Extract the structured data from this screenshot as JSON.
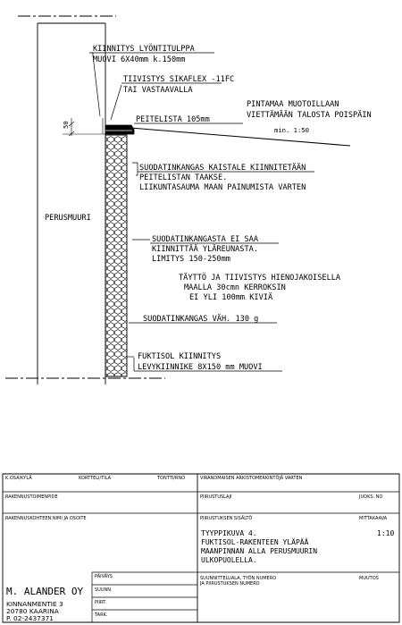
{
  "drawing": {
    "labels": {
      "anchor_1": "KIINNITYS LYÖNTITULPPA",
      "anchor_2": "MUOVI 6X40mm  k.150mm",
      "seal_1": "TIIVISTYS SIKAFLEX -11FC",
      "seal_2": "TAI VASTAAVALLA",
      "grading_1": "PINTAMAA MUOTOILLAAN",
      "grading_2": "VIETTÄMÄÄN TALOSTA POISPÄIN",
      "slope": "min. 1:50",
      "cover_strip": "PEITELISTA 105mm",
      "dim_50": "50",
      "fabric_strip_1": "SUODATINKANGAS KAISTALE KIINNITETÄÄN",
      "fabric_strip_2": "PEITELISTAN TAAKSE.",
      "fabric_strip_3": "LIIKUNTASAUMA MAAN PAINUMISTA VARTEN",
      "foundation": "PERUSMUURI",
      "fabric_top_1": "SUODATINKANGASTA EI SAA",
      "fabric_top_2": "KIINNITTÄÄ YLÄREUNASTA.",
      "fabric_top_3": "LIMITYS 150-250mm",
      "fill_1": "TÄYTTÖ JA TIIVISTYS HIENOJAKOISELLA",
      "fill_2": "MAALLA 30cmn KERROKSIN",
      "fill_3": "EI YLI 100mm KIVIÄ",
      "fabric_min": "SUODATINKANGAS VÄH. 130 g",
      "fixing_1": "FUKTISOL KIINNITYS",
      "fixing_2": "LEVYKIINNIKE 8X150 mm MUOVI"
    }
  },
  "title_block": {
    "kosa_kyla": "K.OSA/KYLÄ",
    "kortteli_tila": "KORTTELI/TILA",
    "tontti_rno": "TONTTI/RNO",
    "viranomainen": "VIRANOMAISEN ARKISTOMERKINTÖJÄ VARTEN",
    "rakennustoimenpide": "RAKENNUSTOIMENPIDE",
    "piirustuslaji": "PIIRUSTUSLAJI",
    "juoks_no": "JUOKS. NO",
    "kohde_label": "RAKENNUSKOHTEEN NIMI JA OSOITE",
    "sisalto_label": "PIIRUSTUKSEN SISÄLTÖ",
    "mittakaava_label": "MITTAKAAVA",
    "title_1": "TYYPPIKUVA 4.",
    "title_2": "FUKTISOL-RAKENTEEN YLÄPÄÄ",
    "title_3": "MAANPINNAN ALLA PERUSMUURIN",
    "title_4": "ULKOPUOLELLA.",
    "scale": "1:10",
    "company": "M. ALANDER OY",
    "address_1": "KINNANMENTIE 3",
    "address_2": "20780 KAARINA",
    "phone": "P. 02-2437371",
    "paivays": "PÄIVÄYS",
    "suunn": "SUUNN.",
    "piirt": "PIIRT.",
    "tark": "TARK.",
    "suunnittelu_1": "SUUNNITTELUALA, TYÖN NUMERO",
    "suunnittelu_2": "JA PIIRUSTUKSEN NUMERO",
    "muutos": "MUUTOS"
  }
}
